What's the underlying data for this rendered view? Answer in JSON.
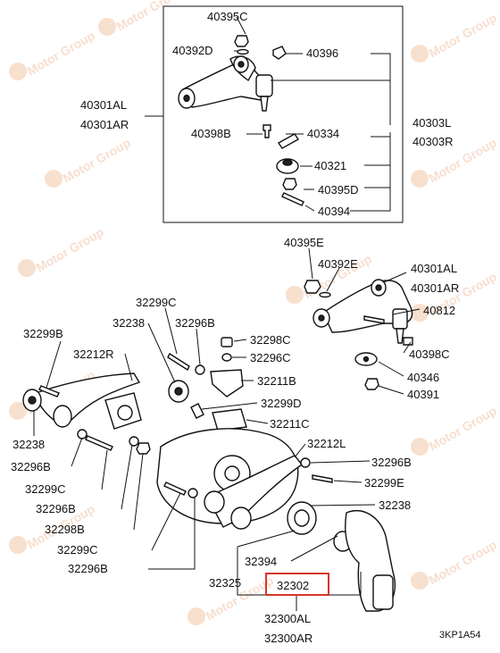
{
  "labels": {
    "l40395C": "40395C",
    "l40392D": "40392D",
    "l40396": "40396",
    "l40301AL_top": "40301AL",
    "l40301AR_top": "40301AR",
    "l40303L": "40303L",
    "l40303R": "40303R",
    "l40398B": "40398B",
    "l40334": "40334",
    "l40321": "40321",
    "l40395D": "40395D",
    "l40394": "40394",
    "l40395E": "40395E",
    "l40392E": "40392E",
    "l40301AL": "40301AL",
    "l40301AR": "40301AR",
    "l40812": "40812",
    "l40398C": "40398C",
    "l40346": "40346",
    "l40391": "40391",
    "l32299C_top": "32299C",
    "l32238_top": "32238",
    "l32296B_top": "32296B",
    "l32298C": "32298C",
    "l32296C": "32296C",
    "l32211B": "32211B",
    "l32299D": "32299D",
    "l32211C": "32211C",
    "l32299B": "32299B",
    "l32212R": "32212R",
    "l32238_left": "32238",
    "l32296B_left": "32296B",
    "l32299C_left": "32299C",
    "l32296B_mid": "32296B",
    "l32298B": "32298B",
    "l32299C_mid": "32299C",
    "l32296B_bot": "32296B",
    "l32212L": "32212L",
    "l32296B_right": "32296B",
    "l32299E": "32299E",
    "l32238_right": "32238",
    "l32394": "32394",
    "l32325": "32325",
    "l32302": "32302",
    "l32300AL": "32300AL",
    "l32300AR": "32300AR",
    "code": "3KP1A54"
  },
  "colors": {
    "highlight_box": "#d9342b",
    "watermark": "#f3c7a6",
    "ink": "#111111"
  },
  "watermark": {
    "brand": "Motor Group"
  }
}
